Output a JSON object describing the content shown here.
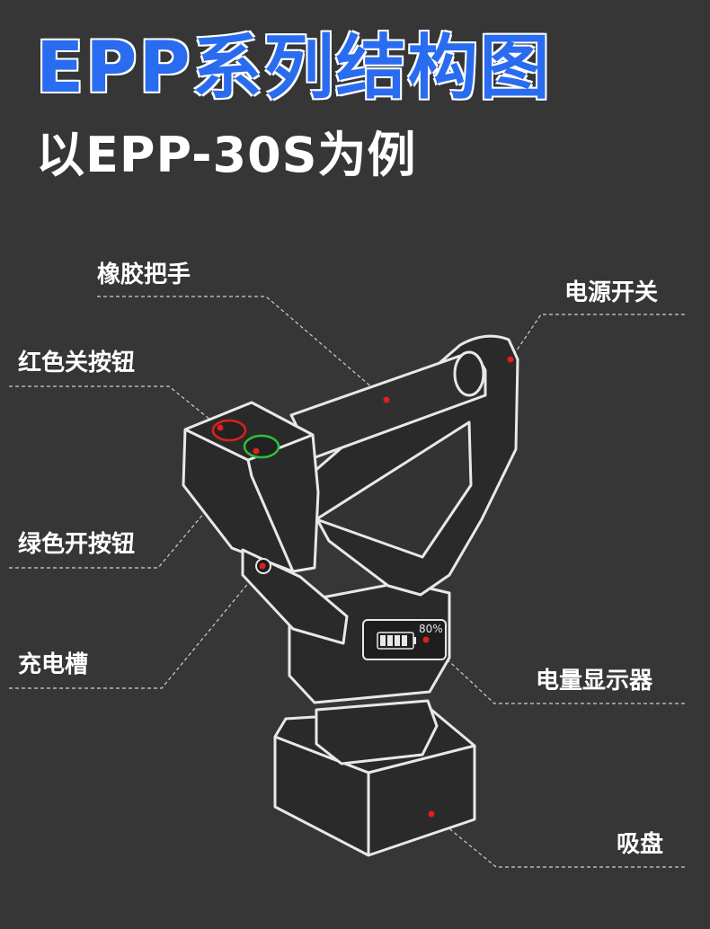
{
  "header": {
    "title": "EPP系列结构图",
    "subtitle": "以EPP-30S为例"
  },
  "labels": {
    "rubber_handle": "橡胶把手",
    "power_switch": "电源开关",
    "red_off_button": "红色关按钮",
    "green_on_button": "绿色开按钮",
    "charging_port": "充电槽",
    "battery_display": "电量显示器",
    "suction_cup": "吸盘"
  },
  "battery_display": {
    "level_text": "80%",
    "level": 0.8
  },
  "colors": {
    "background": "#363636",
    "title_blue": "#2a6cf0",
    "outline": "#e8e8e8",
    "marker_red": "#e0201c",
    "button_green": "#2fbf3a"
  },
  "icons": [
    "battery-icon"
  ]
}
